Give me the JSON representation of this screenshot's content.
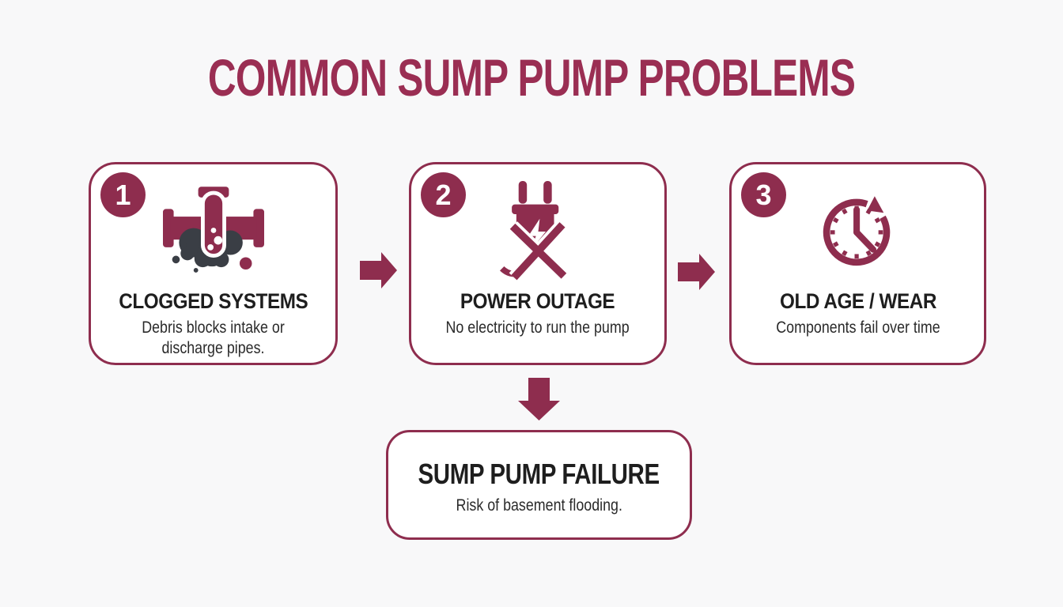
{
  "page": {
    "title": "COMMON SUMP PUMP PROBLEMS"
  },
  "colors": {
    "maroon": "#8e2d4e",
    "title_maroon": "#9a2e53",
    "clog_dark_gray": "#3a3e45",
    "heading_black": "#1e1e1e",
    "body_text": "#2a2a2a",
    "background": "#f8f8f9",
    "card_background": "#ffffff"
  },
  "problems": [
    {
      "number": "1",
      "icon": "clogged-pipe-icon",
      "title": "CLOGGED SYSTEMS",
      "description": "Debris blocks intake or discharge pipes."
    },
    {
      "number": "2",
      "icon": "unplugged-power-icon",
      "title": "POWER OUTAGE",
      "description": "No electricity to run the pump"
    },
    {
      "number": "3",
      "icon": "aging-clock-icon",
      "title": "OLD AGE / WEAR",
      "description": "Components fail over time"
    }
  ],
  "result": {
    "title": "SUMP PUMP FAILURE",
    "description": "Risk of basement flooding."
  }
}
